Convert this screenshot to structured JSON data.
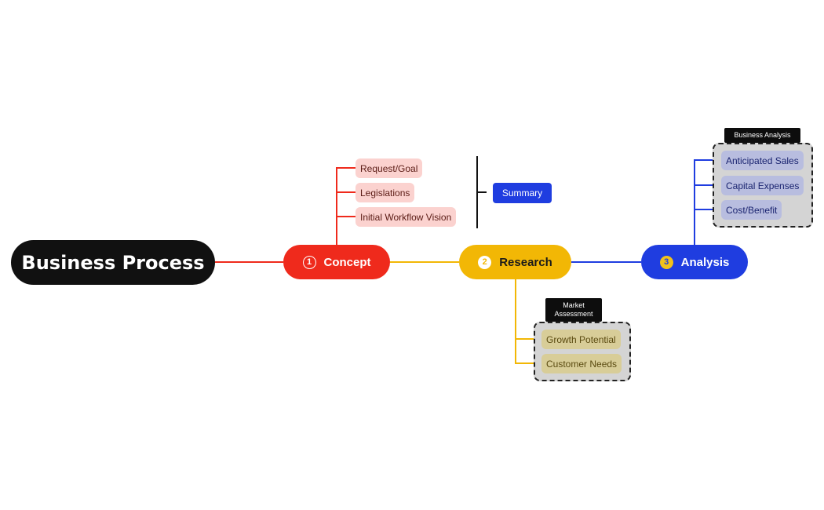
{
  "root": {
    "label": "Business Process"
  },
  "branches": {
    "concept": {
      "number": "1",
      "label": "Concept",
      "color": "#ef2a1c",
      "items": [
        "Request/Goal",
        "Legislations",
        "Initial Workflow Vision"
      ],
      "summary": "Summary"
    },
    "research": {
      "number": "2",
      "label": "Research",
      "color": "#f2b705",
      "group_label": "Market Assessment",
      "items": [
        "Growth Potential",
        "Customer Needs"
      ]
    },
    "analysis": {
      "number": "3",
      "label": "Analysis",
      "color": "#1f3de0",
      "group_label": "Business Analysis",
      "items": [
        "Anticipated Sales",
        "Capital Expenses",
        "Cost/Benefit"
      ]
    }
  }
}
